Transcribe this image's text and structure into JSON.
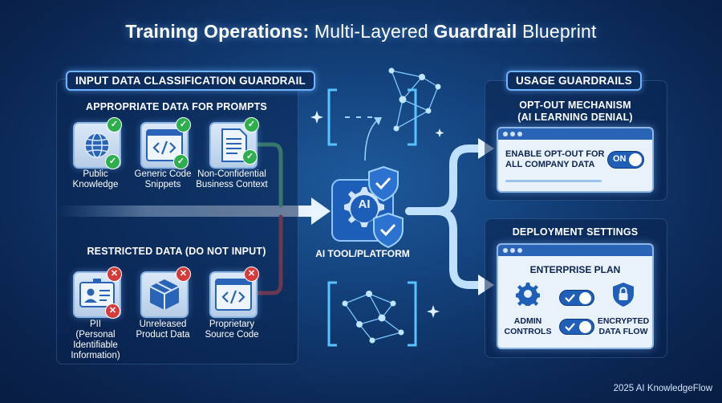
{
  "title": {
    "part1": "Training Operations:",
    "part2": " Multi-Layered ",
    "part3": "Guardrail",
    "part4": " Blueprint"
  },
  "left_panel": {
    "header": "INPUT DATA CLASSIFICATION GUARDRAIL",
    "appropriate_heading": "APPROPRIATE DATA FOR PROMPTS",
    "appropriate_items": [
      {
        "line1": "Public",
        "line2": "Knowledge",
        "icon": "globe-icon"
      },
      {
        "line1": "Generic Code",
        "line2": "Snippets",
        "icon": "code-window-icon"
      },
      {
        "line1": "Non-Confidential",
        "line2": "Business Context",
        "icon": "document-icon"
      }
    ],
    "restricted_heading": "RESTRICTED DATA (DO NOT INPUT)",
    "restricted_items": [
      {
        "line1": "PII",
        "line2": "(Personal",
        "line3": "Identifiable",
        "line4": "Information)",
        "icon": "id-card-icon"
      },
      {
        "line1": "Unreleased",
        "line2": "Product Data",
        "icon": "box-icon"
      },
      {
        "line1": "Proprietary",
        "line2": "Source Code",
        "icon": "code-window-icon"
      }
    ]
  },
  "center": {
    "label": "AI TOOL/PLATFORM",
    "chip_text": "AI"
  },
  "right_panel": {
    "header": "USAGE GUARDRAILS",
    "optout": {
      "heading_line1": "OPT-OUT MECHANISM",
      "heading_line2": "(AI LEARNING DENIAL)",
      "text_line1": "ENABLE OPT-OUT FOR",
      "text_line2": "ALL COMPANY DATA",
      "toggle_label": "ON"
    },
    "deployment": {
      "heading": "DEPLOYMENT SETTINGS",
      "plan": "ENTERPRISE PLAN",
      "admin_line1": "ADMIN",
      "admin_line2": "CONTROLS",
      "encrypted_line1": "ENCRYPTED",
      "encrypted_line2": "DATA FLOW"
    }
  },
  "credit": "2025 AI KnowledgeFlow",
  "colors": {
    "accent": "#6fb3ff",
    "approved": "#2fae4e",
    "restricted": "#d63b3b",
    "green_flow": "#6fdc8c",
    "red_flow": "#e05555"
  }
}
